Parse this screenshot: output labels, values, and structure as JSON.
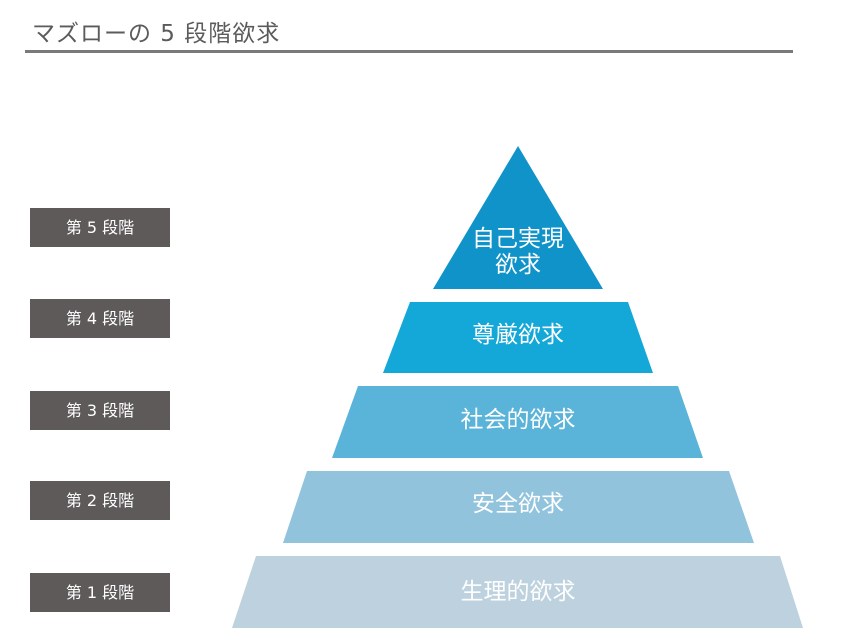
{
  "title": "マズローの 5 段階欲求",
  "stages": [
    {
      "label": "第 5 段階",
      "tier": "自己実現\n欲求",
      "color": "#0f93c9"
    },
    {
      "label": "第 4 段階",
      "tier": "尊厳欲求",
      "color": "#14a8d9"
    },
    {
      "label": "第 3 段階",
      "tier": "社会的欲求",
      "color": "#5ab3d8"
    },
    {
      "label": "第 2 段階",
      "tier": "安全欲求",
      "color": "#91c3dd"
    },
    {
      "label": "第 1 段階",
      "tier": "生理的欲求",
      "color": "#bdd2de"
    }
  ]
}
